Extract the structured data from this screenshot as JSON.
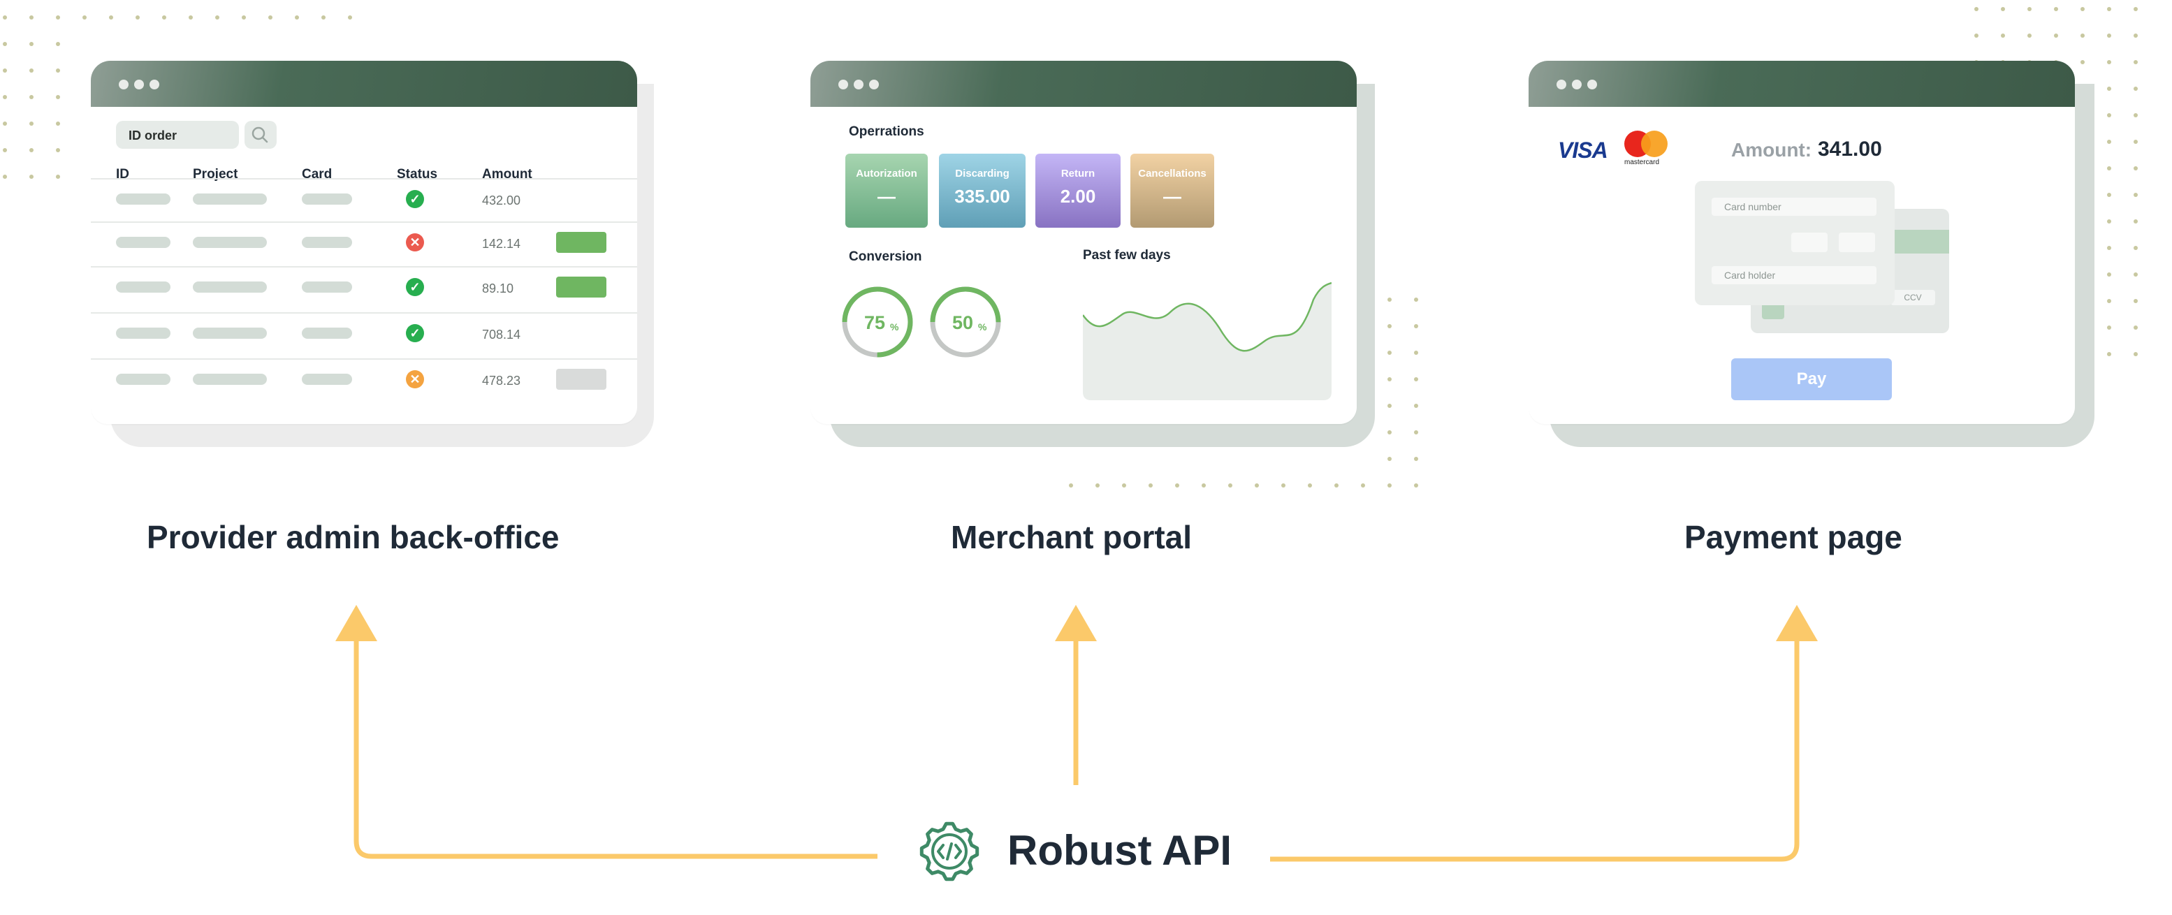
{
  "panels": {
    "admin": {
      "title": "Provider admin back-office",
      "search_placeholder": "ID order",
      "columns": [
        "ID",
        "Project",
        "Card",
        "Status",
        "Amount"
      ],
      "rows": [
        {
          "amount": "432.00",
          "status": "success"
        },
        {
          "amount": "142.14",
          "status": "declined"
        },
        {
          "amount": "89.10",
          "status": "success"
        },
        {
          "amount": "708.14",
          "status": "success"
        },
        {
          "amount": "478.23",
          "status": "cancelled"
        }
      ]
    },
    "merchant": {
      "title": "Merchant portal",
      "operations_label": "Operrations",
      "tiles": [
        {
          "label": "Autorization",
          "value": "—"
        },
        {
          "label": "Discarding",
          "value": "335.00"
        },
        {
          "label": "Return",
          "value": "2.00"
        },
        {
          "label": "Cancellations",
          "value": "—"
        }
      ],
      "conversion_label": "Conversion",
      "gauges": [
        {
          "value": "75",
          "unit": "%",
          "fraction": 0.75
        },
        {
          "value": "50",
          "unit": "%",
          "fraction": 0.5
        }
      ],
      "trend_label": "Past few days"
    },
    "payment": {
      "title": "Payment page",
      "amount_label": "Amount:",
      "amount_value": "341.00",
      "visa_text": "VISA",
      "mastercard_text": "mastercard",
      "card_number_placeholder": "Card number",
      "card_holder_placeholder": "Card holder",
      "ccv_label": "CCV",
      "pay_label": "Pay"
    }
  },
  "api": {
    "label": "Robust API",
    "icon": "code-gear-icon"
  },
  "colors": {
    "titlebar": "#3d5a48",
    "arrow": "#fbc96a",
    "success": "#27ae4f",
    "declined": "#eb5a4f",
    "cancelled": "#f4a340",
    "green_button": "#6fb661",
    "pay_button": "#aac6f7",
    "api_icon": "#3e8a66"
  }
}
